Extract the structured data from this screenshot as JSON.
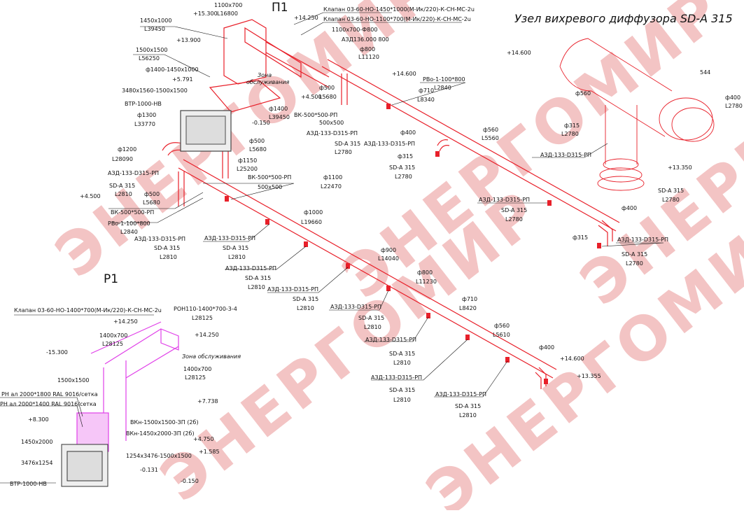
{
  "title": "Узел вихревого диффузора SD-A 315",
  "watermark": "ЭНЕРГОМИР",
  "system_p1": {
    "name": "П1",
    "labels": [
      {
        "t": "1100x700"
      },
      {
        "t": "L16800"
      },
      {
        "t": "+15.300"
      },
      {
        "t": "+14.250"
      },
      {
        "t": "Клапан 03-60-НО-1450*1000(М-Ик/220)-К-СН-МС-2u"
      },
      {
        "t": "Клапан 03-60-НО-1100*700(М-Ик/220)-К-СН-МС-2u"
      },
      {
        "t": "1450x1000"
      },
      {
        "t": "L39450"
      },
      {
        "t": "1100x700-Ф800"
      },
      {
        "t": "АЗД136.000 800"
      },
      {
        "t": "+13.900"
      },
      {
        "t": "ф800"
      },
      {
        "t": "L11120"
      },
      {
        "t": "1500x1500"
      },
      {
        "t": "L56250"
      },
      {
        "t": "+14.600"
      },
      {
        "t": "ф1400-1450x1000"
      },
      {
        "t": "Зона"
      },
      {
        "t": "обслуживания"
      },
      {
        "t": "РВо-1-100*800"
      },
      {
        "t": "L2840"
      },
      {
        "t": "+5.791"
      },
      {
        "t": "ф500"
      },
      {
        "t": "+4.500"
      },
      {
        "t": "L5680"
      },
      {
        "t": "ф710"
      },
      {
        "t": "L8340"
      },
      {
        "t": "3480x1560-1500x1500"
      },
      {
        "t": "ВК-500*500-РП"
      },
      {
        "t": "ВТР-1000-НВ"
      },
      {
        "t": "500x500"
      },
      {
        "t": "ф1300"
      },
      {
        "t": "ф1400"
      },
      {
        "t": "L33770"
      },
      {
        "t": "L39450"
      },
      {
        "t": "-0.150"
      },
      {
        "t": "АЗД-133-D315-РП"
      },
      {
        "t": "SD-A 315"
      },
      {
        "t": "L2780"
      },
      {
        "t": "ф400"
      },
      {
        "t": "ф560"
      },
      {
        "t": "АЗД-133-D315-РП"
      },
      {
        "t": "L5560"
      },
      {
        "t": "ф500"
      },
      {
        "t": "L5680"
      },
      {
        "t": "ф315"
      },
      {
        "t": "SD-A 315"
      },
      {
        "t": "L2780"
      },
      {
        "t": "ф1200"
      },
      {
        "t": "L28090"
      },
      {
        "t": "ф1150"
      },
      {
        "t": "L25200"
      },
      {
        "t": "АЗД-133-D315-РП"
      },
      {
        "t": "ВК-500*500-РП"
      },
      {
        "t": "ф1100"
      },
      {
        "t": "SD-A 315"
      },
      {
        "t": "500x500"
      },
      {
        "t": "L22470"
      },
      {
        "t": "L2810"
      },
      {
        "t": "ф500"
      },
      {
        "t": "+4.500"
      },
      {
        "t": "L5680"
      },
      {
        "t": "ВК-500*500-РП"
      },
      {
        "t": "ф1000"
      },
      {
        "t": "РВо-1-100*800"
      },
      {
        "t": "L19660"
      },
      {
        "t": "L2840"
      },
      {
        "t": "АЗД-133-D315-РП"
      },
      {
        "t": "АЗД-133-D315-РП"
      },
      {
        "t": "SD-A 315"
      },
      {
        "t": "SD-A 315"
      },
      {
        "t": "L2810"
      },
      {
        "t": "L2810"
      },
      {
        "t": "ф900"
      },
      {
        "t": "L14040"
      },
      {
        "t": "АЗД-133-D315-РП"
      },
      {
        "t": "SD-A 315"
      },
      {
        "t": "L2810"
      },
      {
        "t": "ф800"
      },
      {
        "t": "АЗД-133-D315-РП"
      },
      {
        "t": "L11230"
      },
      {
        "t": "SD-A 315"
      },
      {
        "t": "L2810"
      },
      {
        "t": "АЗД-133-D315-РП"
      },
      {
        "t": "ф710"
      },
      {
        "t": "SD-A 315"
      },
      {
        "t": "L8420"
      },
      {
        "t": "L2810"
      },
      {
        "t": "ф560"
      },
      {
        "t": "АЗД-133-D315-РП"
      },
      {
        "t": "L5610"
      },
      {
        "t": "SD-A 315"
      },
      {
        "t": "L2810"
      },
      {
        "t": "ф400"
      },
      {
        "t": "АЗД-133-D315-РП"
      },
      {
        "t": "+14.600"
      },
      {
        "t": "SD-A 315"
      },
      {
        "t": "+13.355"
      },
      {
        "t": "L2810"
      },
      {
        "t": "АЗД-133-D315-РП"
      },
      {
        "t": "SD-A 315"
      },
      {
        "t": "L2810"
      },
      {
        "t": "АЗД-133-D315-РП"
      },
      {
        "t": "SD-A 315"
      },
      {
        "t": "L2780"
      },
      {
        "t": "ф400"
      },
      {
        "t": "ф315"
      },
      {
        "t": "АЗД-133-D315-РП"
      },
      {
        "t": "SD-A 315"
      },
      {
        "t": "L2780"
      }
    ]
  },
  "detail": {
    "labels": [
      {
        "t": "+14.600"
      },
      {
        "t": "544"
      },
      {
        "t": "ф560"
      },
      {
        "t": "ф400"
      },
      {
        "t": "L2780"
      },
      {
        "t": "ф315"
      },
      {
        "t": "L2780"
      },
      {
        "t": "АЗД-133-D315-РП"
      },
      {
        "t": "+13.350"
      },
      {
        "t": "SD-A 315"
      },
      {
        "t": "L2780"
      }
    ]
  },
  "system_r1": {
    "name": "Р1",
    "labels": [
      {
        "t": "Клапан 03-60-НО-1400*700(М-Ик/220)-К-СН-МС-2u"
      },
      {
        "t": "РОН110-1400*700-3-4"
      },
      {
        "t": "L28125"
      },
      {
        "t": "+14.250"
      },
      {
        "t": "1400x700"
      },
      {
        "t": "L28125"
      },
      {
        "t": "+14.250"
      },
      {
        "t": "-15.300"
      },
      {
        "t": "Зона обслуживания"
      },
      {
        "t": "1400x700"
      },
      {
        "t": "L28125"
      },
      {
        "t": "1500x1500"
      },
      {
        "t": "РН ал 2000*1800 RAL 9016/сетка"
      },
      {
        "t": "РН ал 2000*1400 RAL 9016/сетка"
      },
      {
        "t": "+7.738"
      },
      {
        "t": "+8.300"
      },
      {
        "t": "ВКн-1500x1500-ЗП (2б)"
      },
      {
        "t": "ВКн-1450x2000-ЗП (2б)"
      },
      {
        "t": "1450x2000"
      },
      {
        "t": "+4.750"
      },
      {
        "t": "+1.585"
      },
      {
        "t": "1254x3476-1500x1500"
      },
      {
        "t": "3476x1254"
      },
      {
        "t": "-0.131"
      },
      {
        "t": "ВТР-1000-НВ"
      },
      {
        "t": "-0.150"
      }
    ]
  },
  "colors": {
    "supply": "#e8202a",
    "exhaust": "#e040e8",
    "leader": "#111111",
    "watermark": "#f3c4c4"
  }
}
